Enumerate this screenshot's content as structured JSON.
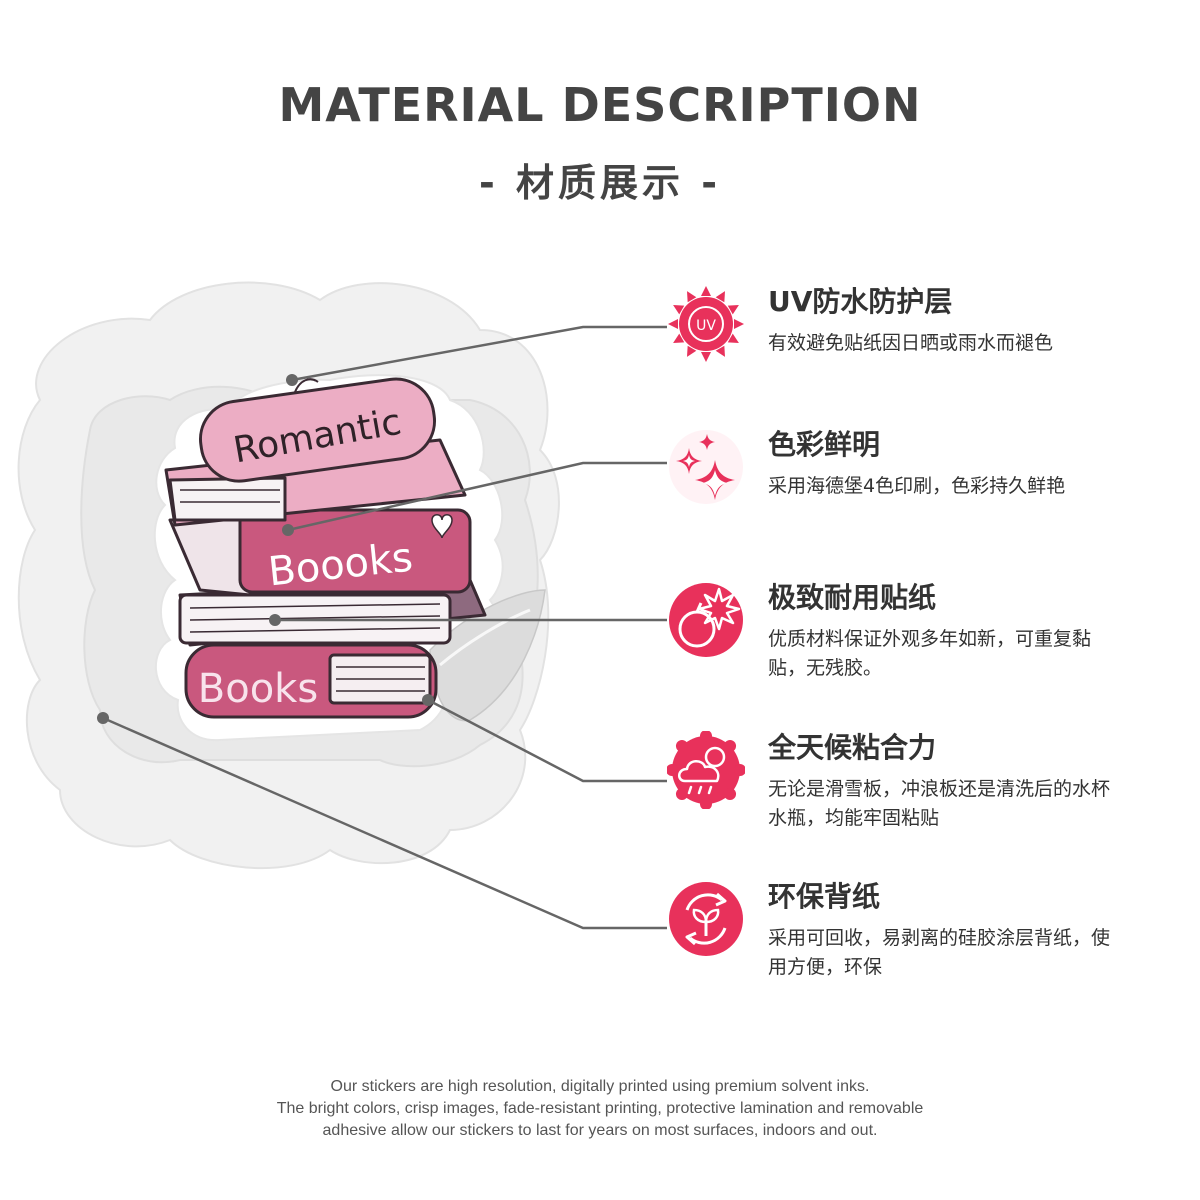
{
  "header": {
    "title": "MATERIAL DESCRIPTION",
    "subtitle": "- 材质展示 -"
  },
  "sticker": {
    "top_book_label": "Romantic",
    "middle_book_label": "Boooks",
    "bottom_book_label": "Books"
  },
  "features": [
    {
      "icon": "uv-sun-icon",
      "icon_text": "UV",
      "title": "UV防水防护层",
      "description": "有效避免贴纸因日晒或雨水而褪色"
    },
    {
      "icon": "sparkle-icon",
      "title": "色彩鲜明",
      "description": "采用海德堡4色印刷，色彩持久鲜艳"
    },
    {
      "icon": "bomb-burst-icon",
      "title": "极致耐用贴纸",
      "description": "优质材料保证外观多年如新，可重复黏贴，无残胶。"
    },
    {
      "icon": "weather-cloud-icon",
      "title": "全天候粘合力",
      "description": "无论是滑雪板，冲浪板还是清洗后的水杯水瓶，均能牢固粘贴"
    },
    {
      "icon": "recycle-leaf-icon",
      "title": "环保背纸",
      "description": "采用可回收，易剥离的硅胶涂层背纸，使用方便，环保"
    }
  ],
  "footer": {
    "line1": "Our stickers are high resolution, digitally printed using premium solvent inks.",
    "line2": "The bright colors, crisp images, fade-resistant printing, protective lamination and removable",
    "line3": "adhesive allow our stickers to last for years on most surfaces, indoors and out."
  },
  "colors": {
    "accent": "#e8315b",
    "title": "#444444",
    "connector": "#666666",
    "book_pink": "#c9587e",
    "book_light_pink": "#ecadc4"
  }
}
